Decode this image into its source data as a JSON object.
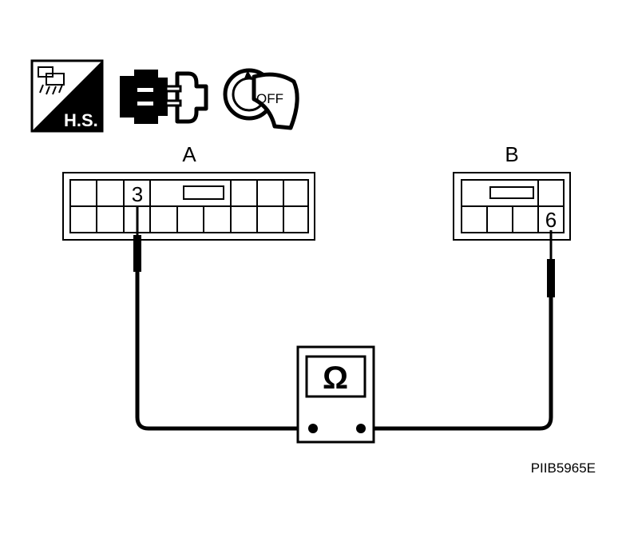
{
  "icons": {
    "harness_sign_label": "H.S.",
    "ignition_label": "OFF"
  },
  "connectors": [
    {
      "label": "A",
      "pin": "3"
    },
    {
      "label": "B",
      "pin": "6"
    }
  ],
  "meter": {
    "symbol": "Ω"
  },
  "figure_code": "PIIB5965E"
}
